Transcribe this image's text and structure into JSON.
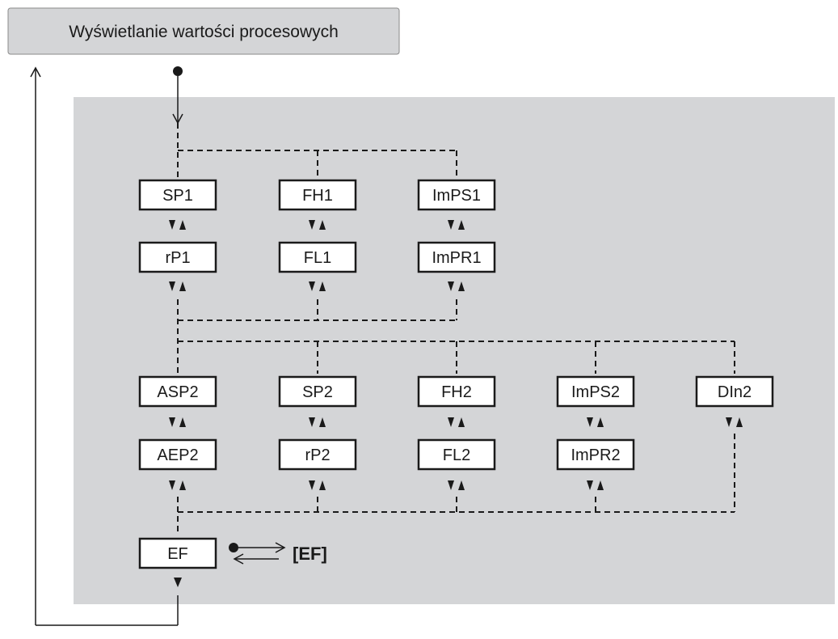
{
  "header": {
    "label": "Wyświetlanie wartości procesowych"
  },
  "nodes": {
    "sp1": "SP1",
    "fh1": "FH1",
    "imps1": "ImPS1",
    "rp1": "rP1",
    "fl1": "FL1",
    "impr1": "ImPR1",
    "asp2": "ASP2",
    "sp2": "SP2",
    "fh2": "FH2",
    "imps2": "ImPS2",
    "din2": "DIn2",
    "aep2": "AEP2",
    "rp2": "rP2",
    "fl2": "FL2",
    "impr2": "ImPR2",
    "ef": "EF"
  },
  "ef_output": {
    "label": "[EF]"
  },
  "colors": {
    "panel": "#d4d5d7",
    "line": "#1a1a1a",
    "box_fill": "#ffffff"
  }
}
